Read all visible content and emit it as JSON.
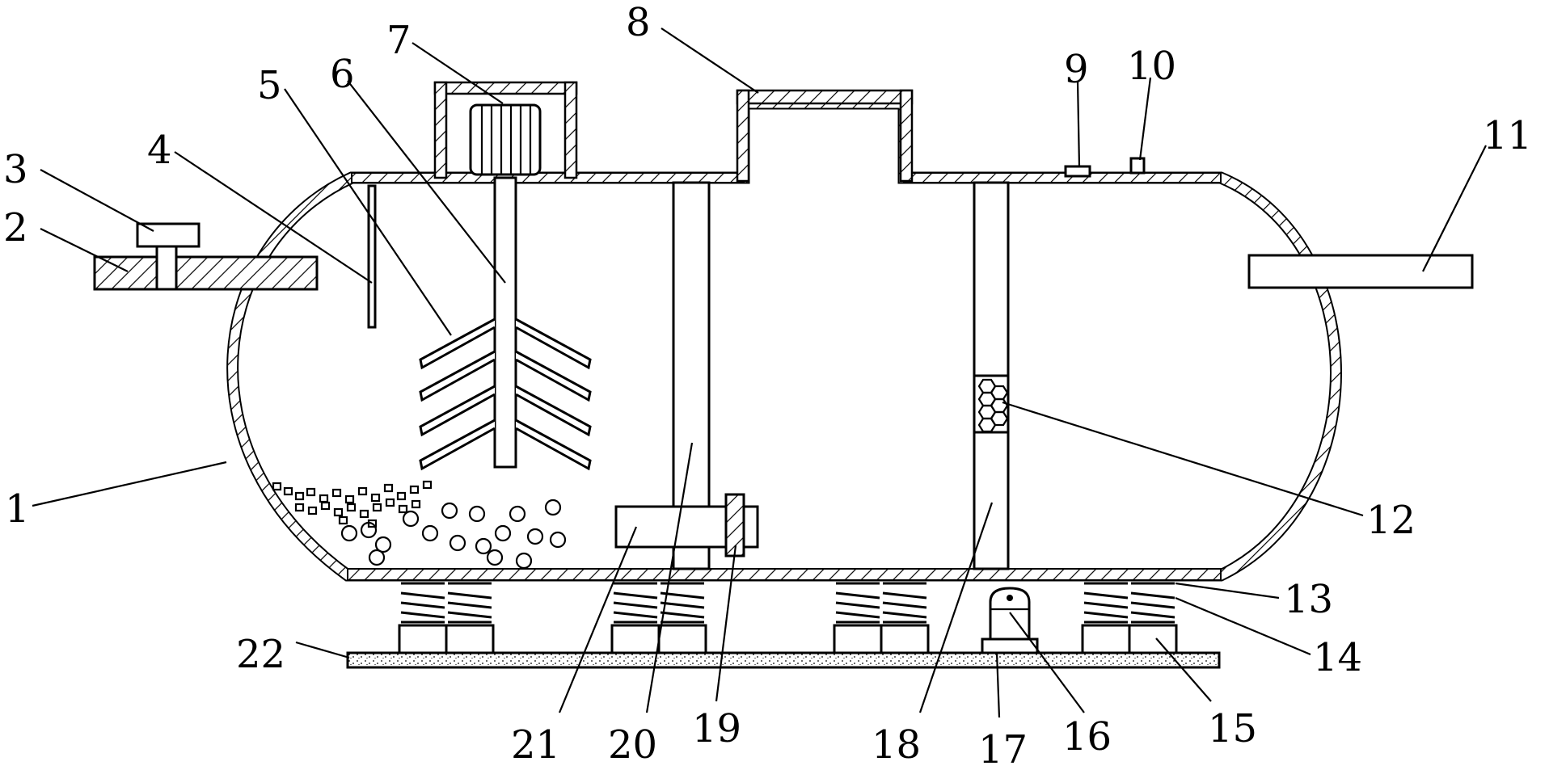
{
  "labels": {
    "n1": "1",
    "n2": "2",
    "n3": "3",
    "n4": "4",
    "n5": "5",
    "n6": "6",
    "n7": "7",
    "n8": "8",
    "n9": "9",
    "n10": "10",
    "n11": "11",
    "n12": "12",
    "n13": "13",
    "n14": "14",
    "n15": "15",
    "n16": "16",
    "n17": "17",
    "n18": "18",
    "n19": "19",
    "n20": "20",
    "n21": "21",
    "n22": "22"
  }
}
